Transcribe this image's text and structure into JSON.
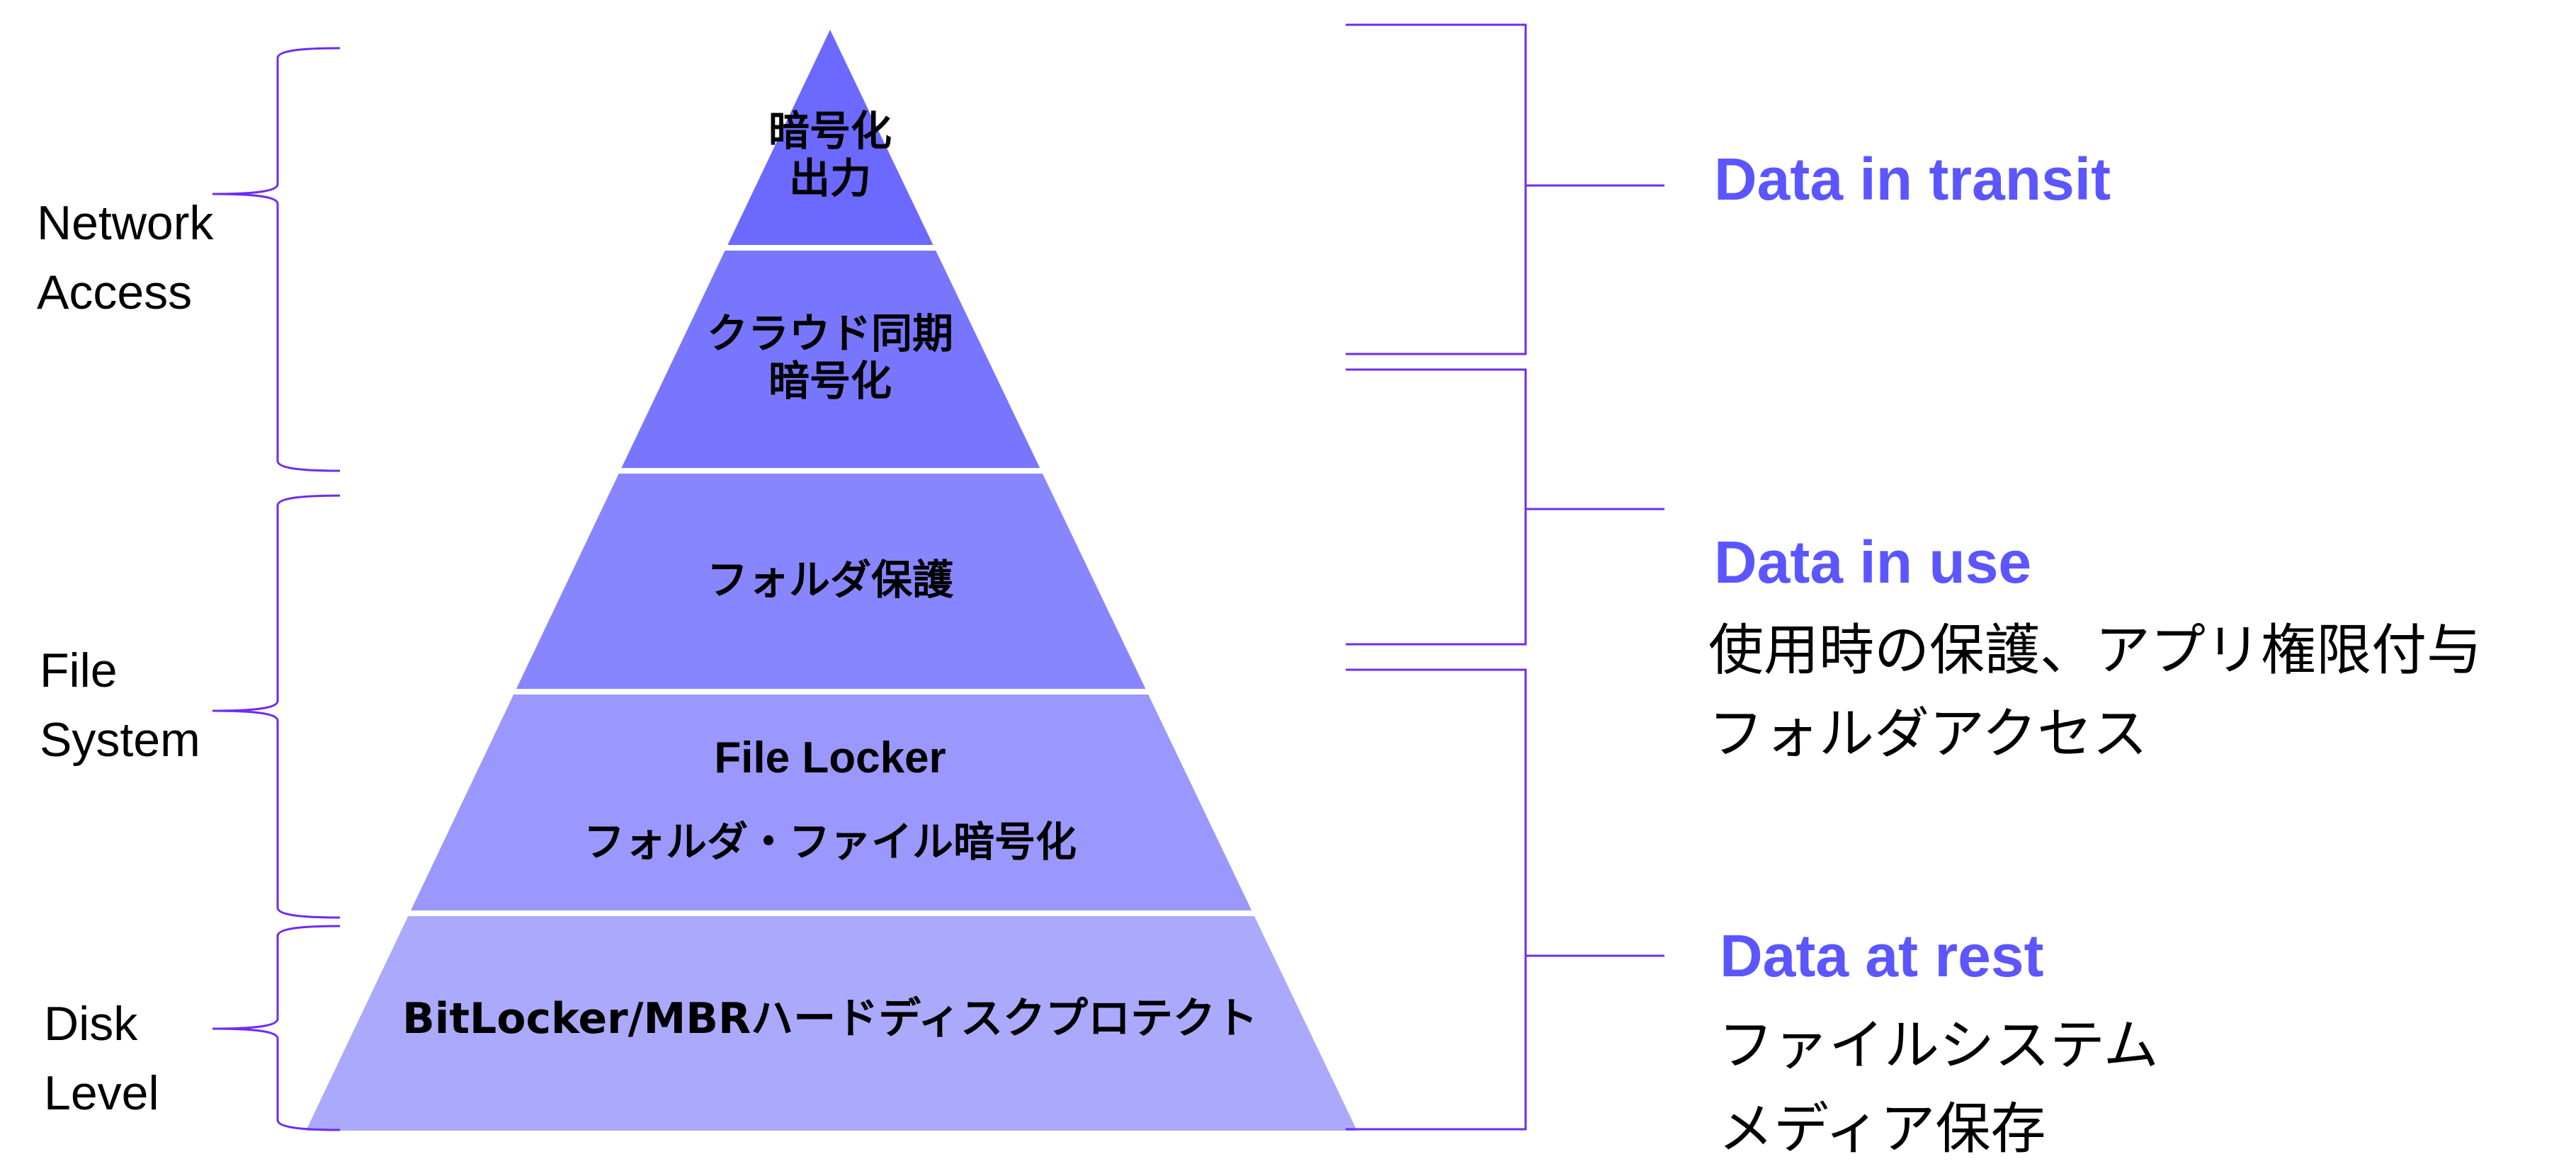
{
  "colors": {
    "bracket": "#6E2CF2",
    "accent_text": "#5B56FF",
    "layers": [
      "#6B69FF",
      "#7876FD",
      "#8886FE",
      "#9A98FD",
      "#ABA9FC"
    ]
  },
  "pyramid": {
    "layers": [
      {
        "lines": [
          "暗号化",
          "出力"
        ]
      },
      {
        "lines": [
          "クラウド同期",
          "暗号化"
        ]
      },
      {
        "lines": [
          "フォルダ保護"
        ]
      },
      {
        "lines": [
          "File Locker",
          "フォルダ・ファイル暗号化"
        ]
      },
      {
        "lines": [
          "BitLocker/MBRハードディスクプロテクト"
        ]
      }
    ]
  },
  "left_groups": [
    {
      "lines": [
        "Network",
        "Access"
      ]
    },
    {
      "lines": [
        "File",
        "System"
      ]
    },
    {
      "lines": [
        "Disk",
        "Level"
      ]
    }
  ],
  "right_groups": [
    {
      "title": "Data in transit",
      "lines": []
    },
    {
      "title": "Data in use",
      "lines": [
        "使用時の保護、アプリ権限付与",
        "フォルダアクセス"
      ]
    },
    {
      "title": "Data at rest",
      "lines": [
        "ファイルシステム",
        "メディア保存"
      ]
    }
  ]
}
